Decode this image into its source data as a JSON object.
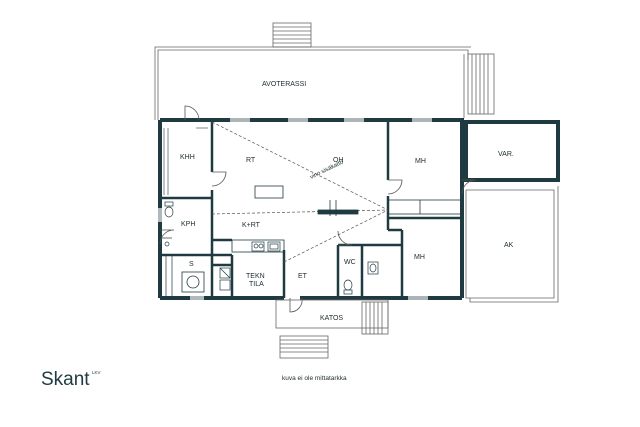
{
  "colors": {
    "wall": "#1f3a40",
    "line": "#555555",
    "text": "#1d2b2e",
    "background": "#ffffff"
  },
  "rooms": {
    "avoterassi": "AVOTERASSI",
    "khh": "KHH",
    "rt": "RT",
    "oh": "OH",
    "mh_top": "MH",
    "var": "VAR.",
    "kph": "KPH",
    "k_rt": "K+RT",
    "mh_bottom": "MH",
    "ak": "AK",
    "s": "S",
    "tekn_line1": "TEKN",
    "tekn_line2": "TILA",
    "et": "ET",
    "wc": "WC",
    "katos": "KATOS"
  },
  "annotations": {
    "vino_sisakatto": "vino sisäkatto"
  },
  "footer": {
    "note": "kuva ei ole mittatarkka"
  },
  "logo": {
    "name": "Skant",
    "suffix": "LKV"
  },
  "icons": [
    "toilet-icon",
    "washing-machine-icon",
    "stove-icon",
    "sink-icon",
    "shower-icon",
    "door-swing-icon"
  ]
}
